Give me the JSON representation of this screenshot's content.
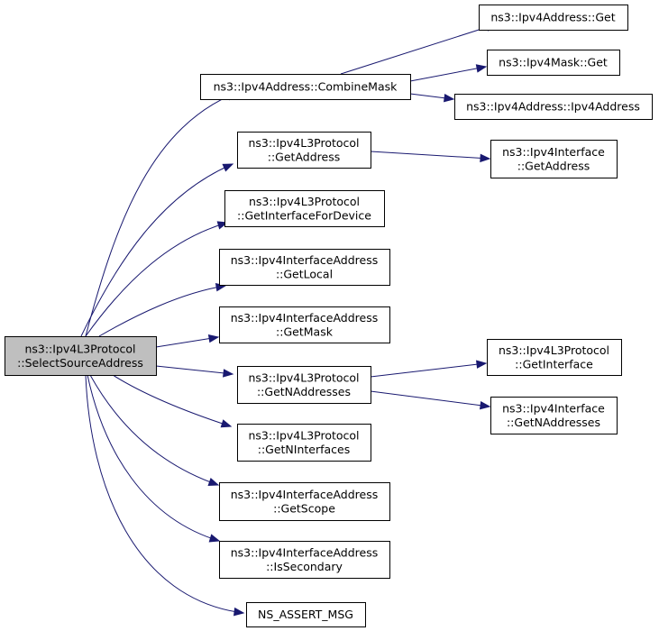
{
  "colors": {
    "edge": "#191970",
    "node_fill": "#ffffff",
    "root_fill": "#bfbfbf",
    "node_border": "#000000"
  },
  "nodes": [
    {
      "id": "root",
      "lines": [
        "ns3::Ipv4L3Protocol",
        "::SelectSourceAddress"
      ],
      "root": true
    },
    {
      "id": "combinemask",
      "lines": [
        "ns3::Ipv4Address::CombineMask"
      ]
    },
    {
      "id": "ipv4address-get",
      "lines": [
        "ns3::Ipv4Address::Get"
      ]
    },
    {
      "id": "ipv4mask-get",
      "lines": [
        "ns3::Ipv4Mask::Get"
      ]
    },
    {
      "id": "ipv4address-ctor",
      "lines": [
        "ns3::Ipv4Address::Ipv4Address"
      ]
    },
    {
      "id": "l3-getaddress",
      "lines": [
        "ns3::Ipv4L3Protocol",
        "::GetAddress"
      ]
    },
    {
      "id": "iface-getaddress",
      "lines": [
        "ns3::Ipv4Interface",
        "::GetAddress"
      ]
    },
    {
      "id": "l3-getinterfacefordevice",
      "lines": [
        "ns3::Ipv4L3Protocol",
        "::GetInterfaceForDevice"
      ]
    },
    {
      "id": "ifaddr-getlocal",
      "lines": [
        "ns3::Ipv4InterfaceAddress",
        "::GetLocal"
      ]
    },
    {
      "id": "ifaddr-getmask",
      "lines": [
        "ns3::Ipv4InterfaceAddress",
        "::GetMask"
      ]
    },
    {
      "id": "l3-getnaddresses",
      "lines": [
        "ns3::Ipv4L3Protocol",
        "::GetNAddresses"
      ]
    },
    {
      "id": "l3-getinterface",
      "lines": [
        "ns3::Ipv4L3Protocol",
        "::GetInterface"
      ]
    },
    {
      "id": "iface-getnaddresses",
      "lines": [
        "ns3::Ipv4Interface",
        "::GetNAddresses"
      ]
    },
    {
      "id": "l3-getninterfaces",
      "lines": [
        "ns3::Ipv4L3Protocol",
        "::GetNInterfaces"
      ]
    },
    {
      "id": "ifaddr-getscope",
      "lines": [
        "ns3::Ipv4InterfaceAddress",
        "::GetScope"
      ]
    },
    {
      "id": "ifaddr-issecondary",
      "lines": [
        "ns3::Ipv4InterfaceAddress",
        "::IsSecondary"
      ]
    },
    {
      "id": "ns-assert-msg",
      "lines": [
        "NS_ASSERT_MSG"
      ]
    }
  ],
  "edges": [
    [
      "root",
      "combinemask"
    ],
    [
      "root",
      "l3-getaddress"
    ],
    [
      "root",
      "l3-getinterfacefordevice"
    ],
    [
      "root",
      "ifaddr-getlocal"
    ],
    [
      "root",
      "ifaddr-getmask"
    ],
    [
      "root",
      "l3-getnaddresses"
    ],
    [
      "root",
      "l3-getninterfaces"
    ],
    [
      "root",
      "ifaddr-getscope"
    ],
    [
      "root",
      "ifaddr-issecondary"
    ],
    [
      "root",
      "ns-assert-msg"
    ],
    [
      "combinemask",
      "ipv4address-get"
    ],
    [
      "combinemask",
      "ipv4mask-get"
    ],
    [
      "combinemask",
      "ipv4address-ctor"
    ],
    [
      "l3-getaddress",
      "iface-getaddress"
    ],
    [
      "l3-getnaddresses",
      "l3-getinterface"
    ],
    [
      "l3-getnaddresses",
      "iface-getnaddresses"
    ]
  ]
}
